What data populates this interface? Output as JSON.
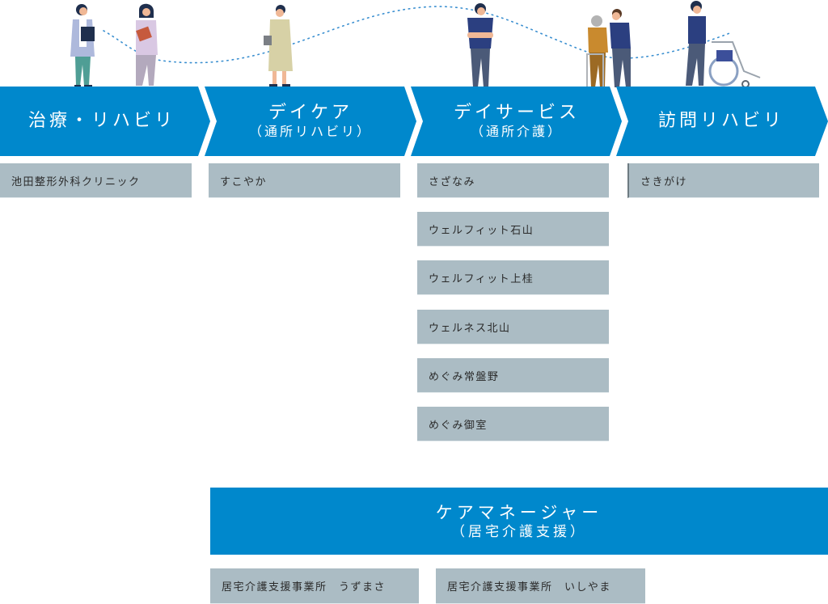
{
  "colors": {
    "banner_blue": "#0088cc",
    "box_gray": "#abbcc4",
    "text_dark": "#2b2b2b",
    "dotted_path": "#3a8fd0"
  },
  "illustration": {
    "figures": [
      {
        "id": "doctor",
        "description": "doctor-with-clipboard"
      },
      {
        "id": "nurse",
        "description": "nurse-holding-folder"
      },
      {
        "id": "patient",
        "description": "patient-in-gown"
      },
      {
        "id": "caregiver",
        "description": "caregiver-arms-crossed"
      },
      {
        "id": "elder-walker",
        "description": "elderly-person-with-walker-and-helper"
      },
      {
        "id": "wheelchair",
        "description": "staff-pushing-wheelchair"
      }
    ]
  },
  "stages": [
    {
      "title": "治療・リハビリ",
      "subtitle": ""
    },
    {
      "title": "デイケア",
      "subtitle": "（通所リハビリ）"
    },
    {
      "title": "デイサービス",
      "subtitle": "（通所介護）"
    },
    {
      "title": "訪問リハビリ",
      "subtitle": ""
    }
  ],
  "facilities": {
    "treatment": [
      "池田整形外科クリニック"
    ],
    "daycare": [
      "すこやか"
    ],
    "dayservice": [
      "さざなみ",
      "ウェルフィット石山",
      "ウェルフィット上桂",
      "ウェルネス北山",
      "めぐみ常盤野",
      "めぐみ御室"
    ],
    "visit_rehab": [
      "さきがけ"
    ]
  },
  "care_manager": {
    "title": "ケアマネージャー",
    "subtitle": "（居宅介護支援）",
    "offices": [
      "居宅介護支援事業所　うずまさ",
      "居宅介護支援事業所　いしやま"
    ]
  }
}
